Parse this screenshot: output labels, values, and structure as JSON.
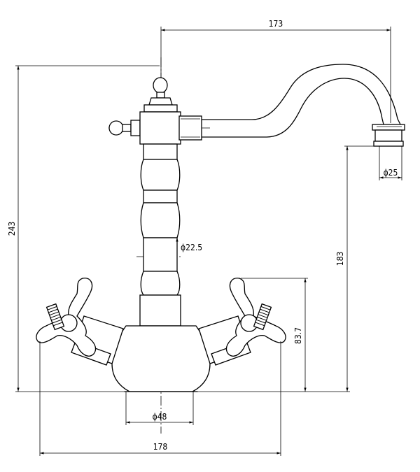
{
  "drawing": {
    "dimensions": {
      "spout_reach": "173",
      "spout_outlet_diameter": "ϕ25",
      "total_height": "243",
      "outlet_height": "183",
      "handle_height": "83.7",
      "body_diameter": "ϕ22.5",
      "base_diameter": "ϕ48",
      "overall_width": "178"
    }
  }
}
